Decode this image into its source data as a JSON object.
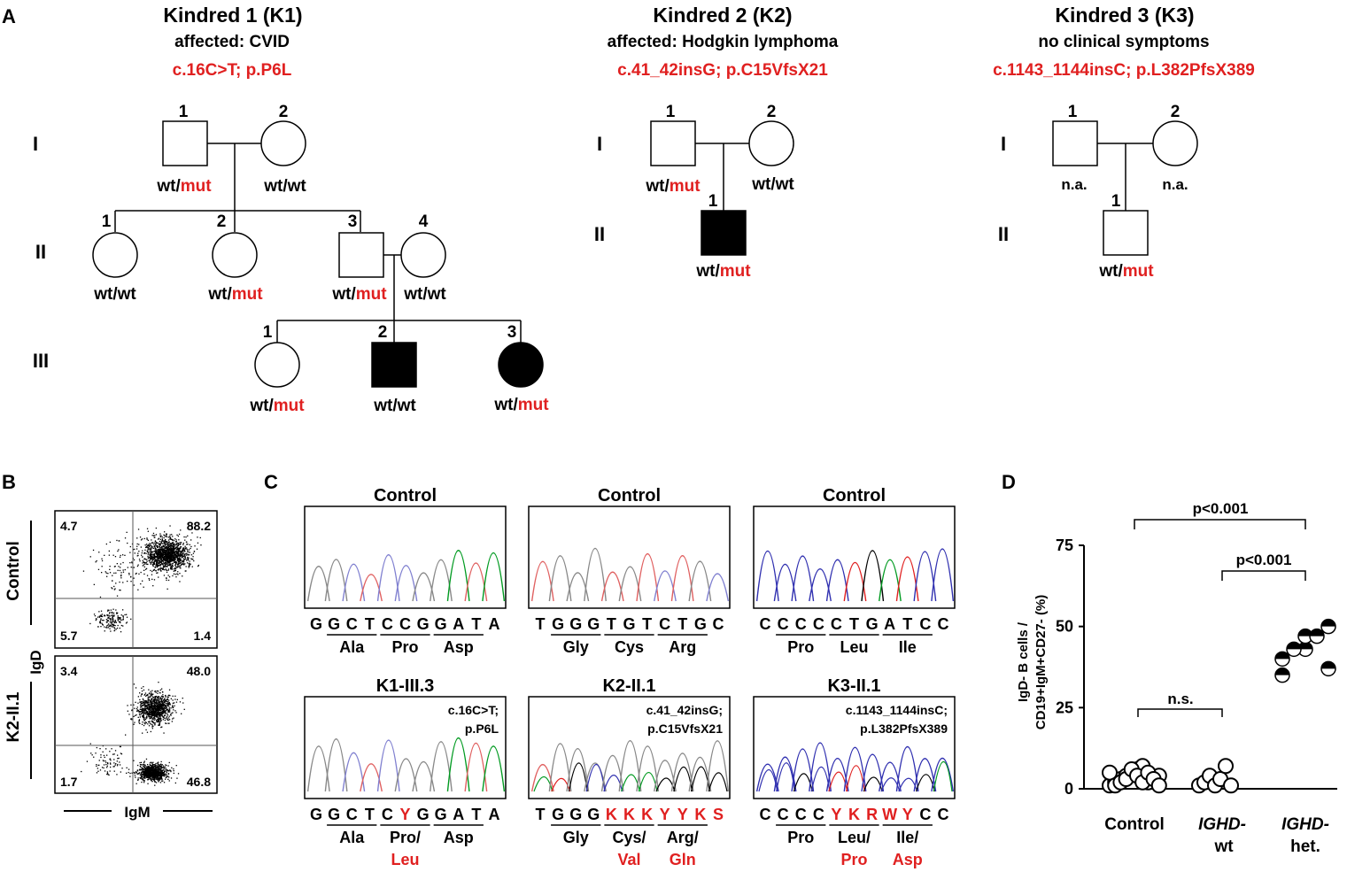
{
  "colors": {
    "mutation": "#e02020",
    "ink": "#000000",
    "trace_a": "#3030b0",
    "trace_c": "#009a20",
    "trace_g": "#000000",
    "trace_t": "#e02020",
    "trace_grey": "#808080",
    "trace_pink": "#e06060",
    "trace_blue": "#8080d0"
  },
  "panelA": {
    "letter": "A",
    "generations": [
      "I",
      "II",
      "III"
    ],
    "k1": {
      "title": "Kindred 1 (K1)",
      "affected": "affected: CVID",
      "mutation": "c.16C>T; p.P6L",
      "I1_num": "1",
      "I2_num": "2",
      "II1_num": "1",
      "II2_num": "2",
      "II3_num": "3",
      "II4_num": "4",
      "III1_num": "1",
      "III2_num": "2",
      "III3_num": "3",
      "I1_wt": "wt/",
      "I1_mut": "mut",
      "I2_geno": "wt/wt",
      "II1_geno": "wt/wt",
      "II2_wt": "wt/",
      "II2_mut": "mut",
      "II3_wt": "wt/",
      "II3_mut": "mut",
      "II4_geno": "wt/wt",
      "III1_wt": "wt/",
      "III1_mut": "mut",
      "III2_geno": "wt/wt",
      "III3_wt": "wt/",
      "III3_mut": "mut"
    },
    "k2": {
      "title": "Kindred 2 (K2)",
      "affected": "affected: Hodgkin lymphoma",
      "mutation": "c.41_42insG; p.C15VfsX21",
      "I1_num": "1",
      "I2_num": "2",
      "II1_num": "1",
      "I1_wt": "wt/",
      "I1_mut": "mut",
      "I2_geno": "wt/wt",
      "II1_wt": "wt/",
      "II1_mut": "mut"
    },
    "k3": {
      "title": "Kindred 3 (K3)",
      "affected": "no clinical symptoms",
      "mutation": "c.1143_1144insC; p.L382PfsX389",
      "I1_num": "1",
      "I2_num": "2",
      "II1_num": "1",
      "I1_geno": "n.a.",
      "I2_geno": "n.a.",
      "II1_wt": "wt/",
      "II1_mut": "mut"
    }
  },
  "panelB": {
    "letter": "B",
    "row1_label": "Control",
    "row2_label": "K2-II.1",
    "y_axis": "IgD",
    "x_axis": "IgM",
    "plot1": {
      "ul": "4.7",
      "ur": "88.2",
      "ll": "5.7",
      "lr": "1.4"
    },
    "plot2": {
      "ul": "3.4",
      "ur": "48.0",
      "ll": "1.7",
      "lr": "46.8"
    }
  },
  "panelC": {
    "letter": "C",
    "top_titles": [
      "Control",
      "Control",
      "Control"
    ],
    "bottom_titles": [
      "K1-III.3",
      "K2-II.1",
      "K3-II.1"
    ],
    "bottom_mut_lines": [
      [
        "c.16C>T;",
        "p.P6L"
      ],
      [
        "c.41_42insG;",
        "p.C15VfsX21"
      ],
      [
        "c.1143_1144insC;",
        "p.L382PfsX389"
      ]
    ],
    "top_bases": [
      [
        "G",
        "G",
        "C",
        "T",
        "C",
        "C",
        "G",
        "G",
        "A",
        "T",
        "A"
      ],
      [
        "T",
        "G",
        "G",
        "G",
        "T",
        "G",
        "T",
        "C",
        "T",
        "G",
        "C"
      ],
      [
        "C",
        "C",
        "C",
        "C",
        "C",
        "T",
        "G",
        "A",
        "T",
        "C",
        "C"
      ]
    ],
    "bottom_bases": [
      [
        "G",
        "G",
        "C",
        "T",
        "C",
        "Y",
        "G",
        "G",
        "A",
        "T",
        "A"
      ],
      [
        "T",
        "G",
        "G",
        "G",
        "K",
        "K",
        "K",
        "Y",
        "Y",
        "K",
        "S"
      ],
      [
        "C",
        "C",
        "C",
        "C",
        "Y",
        "K",
        "R",
        "W",
        "Y",
        "C",
        "C"
      ]
    ],
    "top_aa": [
      [
        "Ala",
        "Pro",
        "Asp"
      ],
      [
        "Gly",
        "Cys",
        "Arg"
      ],
      [
        "Pro",
        "Leu",
        "Ile"
      ]
    ],
    "bottom_aa": [
      [
        "Ala",
        "Pro/",
        "Asp"
      ],
      [
        "Gly",
        "Cys/",
        "Arg/"
      ],
      [
        "Pro",
        "Leu/",
        "Ile/"
      ]
    ],
    "bottom_aa_alt": [
      [
        "",
        "Leu",
        ""
      ],
      [
        "",
        "Val",
        "Gln"
      ],
      [
        "",
        "Pro",
        "Asp"
      ]
    ]
  },
  "panelD": {
    "letter": "D",
    "ylabel_line1": "IgD- B cells /",
    "ylabel_line2": "CD19+IgM+CD27- (%)",
    "yticks": [
      "0",
      "25",
      "50",
      "75"
    ],
    "groups": [
      "Control",
      "IGHD-",
      "IGHD-"
    ],
    "groups_line2": [
      "",
      "wt",
      "het."
    ],
    "p_top": "p<0.001",
    "p_mid": "p<0.001",
    "p_ns": "n.s."
  },
  "chart_data": {
    "type": "scatter",
    "ylabel": "IgD- B cells / CD19+IgM+CD27- (%)",
    "ylim": [
      0,
      75
    ],
    "categories": [
      "Control",
      "IGHD-wt",
      "IGHD-het."
    ],
    "series": [
      {
        "name": "Control",
        "values": [
          1,
          2,
          3,
          4,
          5,
          6,
          7,
          2,
          3,
          4,
          5,
          1,
          2,
          3,
          6,
          4,
          2,
          5,
          3,
          1
        ]
      },
      {
        "name": "IGHD-wt",
        "values": [
          1,
          2,
          4,
          1,
          3,
          7,
          1
        ]
      },
      {
        "name": "IGHD-het.",
        "values": [
          35,
          43,
          50,
          40,
          47,
          37,
          43,
          47
        ]
      }
    ]
  }
}
